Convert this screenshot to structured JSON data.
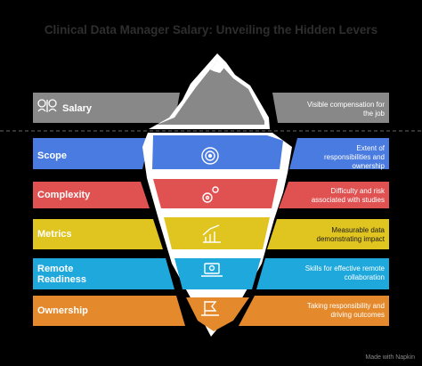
{
  "title": "Clinical Data Manager Salary: Unveiling the Hidden Levers",
  "footer": "Made with  Napkin",
  "colors": {
    "background": "#000000",
    "salary": "#888888",
    "scope": "#4a7be0",
    "complexity": "#e05252",
    "metrics": "#e0c420",
    "remote": "#1ea8dc",
    "ownership": "#e58a2c"
  },
  "tiers": [
    {
      "label": "Salary",
      "description": "Visible compensation for the job",
      "icon": "money-people-icon",
      "color": "#888888"
    },
    {
      "label": "Scope",
      "description": "Extent of responsibilities and ownership",
      "icon": "target-icon",
      "color": "#4a7be0"
    },
    {
      "label": "Complexity",
      "description": "Difficulty and risk associated with studies",
      "icon": "gears-icon",
      "color": "#e05252"
    },
    {
      "label": "Metrics",
      "description": "Measurable data demonstrating impact",
      "icon": "growth-chart-icon",
      "color": "#e0c420"
    },
    {
      "label": "Remote Readiness",
      "label_line1": "Remote",
      "label_line2": "Readiness",
      "description": "Skills for effective remote collaboration",
      "icon": "laptop-icon",
      "color": "#1ea8dc"
    },
    {
      "label": "Ownership",
      "description": "Taking responsibility and driving outcomes",
      "icon": "flag-icon",
      "color": "#e58a2c"
    }
  ]
}
